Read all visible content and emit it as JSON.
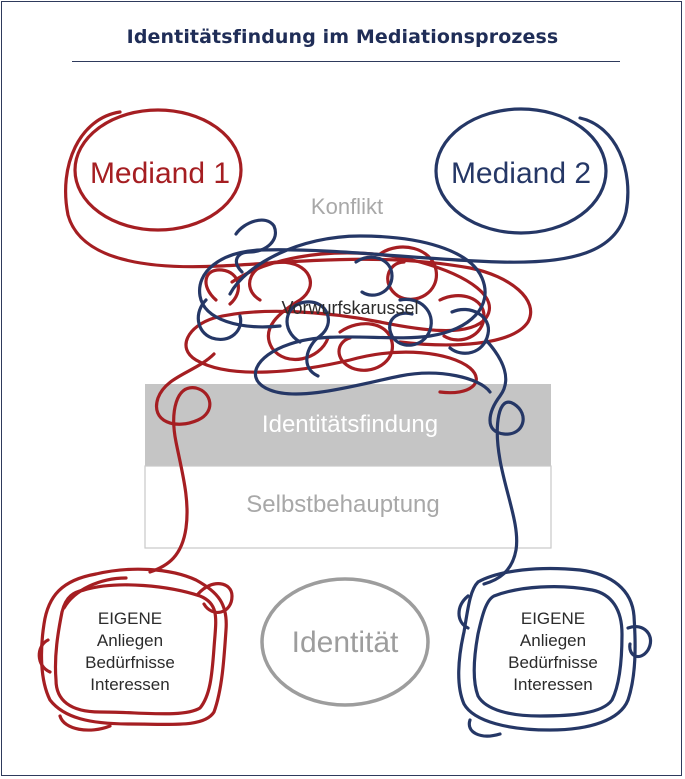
{
  "title": "Identitätsfindung im Mediationsprozess",
  "labels": {
    "mediand1": "Mediand 1",
    "mediand2": "Mediand 2",
    "konflikt": "Konflikt",
    "vorwurfskarussel": "Vorwurfskarussel",
    "identitaetsfindung": "Identitätsfindung",
    "selbstbehauptung": "Selbstbehauptung",
    "identitaet": "Identität",
    "left_box": [
      "EIGENE",
      "Anliegen",
      "Bedürfnisse",
      "Interessen"
    ],
    "right_box": [
      "EIGENE",
      "Anliegen",
      "Bedürfnisse",
      "Interessen"
    ]
  },
  "colors": {
    "red": "#a51e22",
    "navy": "#253766",
    "grey_band": "#c5c5c5",
    "grey_text": "#a8a8a8",
    "title": "#1f2d57"
  }
}
